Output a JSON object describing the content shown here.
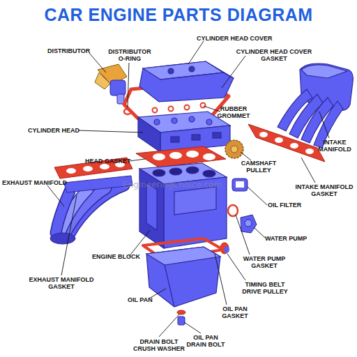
{
  "diagram": {
    "title": "CAR ENGINE PARTS DIAGRAM",
    "labels": [
      "DISTRIBUTOR",
      "DISTRIBUTOR O-RING",
      "CYLINDER HEAD COVER",
      "CYLINDER HEAD COVER GASKET",
      "RUBBER GROMMET",
      "CYLINDER HEAD",
      "INTAKE MANIFOLD",
      "HEAD GASKET",
      "CAMSHAFT PULLEY",
      "INTAKE MANIFOLD GASKET",
      "EXHAUST MANIFOLD",
      "OIL FILTER",
      "WATER PUMP",
      "ENGINE BLOCK",
      "WATER PUMP GASKET",
      "EXHAUST MANIFOLD GASKET",
      "TIMING BELT DRIVE PULLEY",
      "OIL PAN",
      "OIL PAN GASKET",
      "DRAIN BOLT CRUSH WASHER",
      "OIL PAN DRAIN BOLT",
      "EngineeringChoice.com"
    ]
  }
}
